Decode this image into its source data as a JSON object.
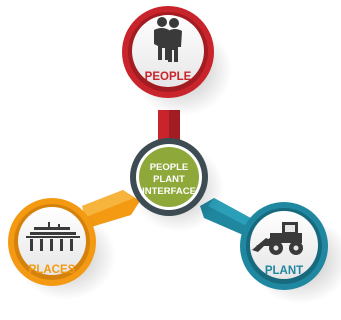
{
  "center": {
    "label_lines": [
      "PEOPLE",
      "PLANT",
      "INTERFACE"
    ],
    "color": "#8fa83a",
    "ring_color": "#3d4b53"
  },
  "nodes": {
    "people": {
      "label": "PEOPLE",
      "color": "#c9242b",
      "icon": "couple-icon"
    },
    "places": {
      "label": "PLACES",
      "color": "#f39a12",
      "icon": "building-under-construction-icon"
    },
    "plant": {
      "label": "PLANT",
      "color": "#1f87a0",
      "icon": "wheel-loader-icon"
    }
  }
}
